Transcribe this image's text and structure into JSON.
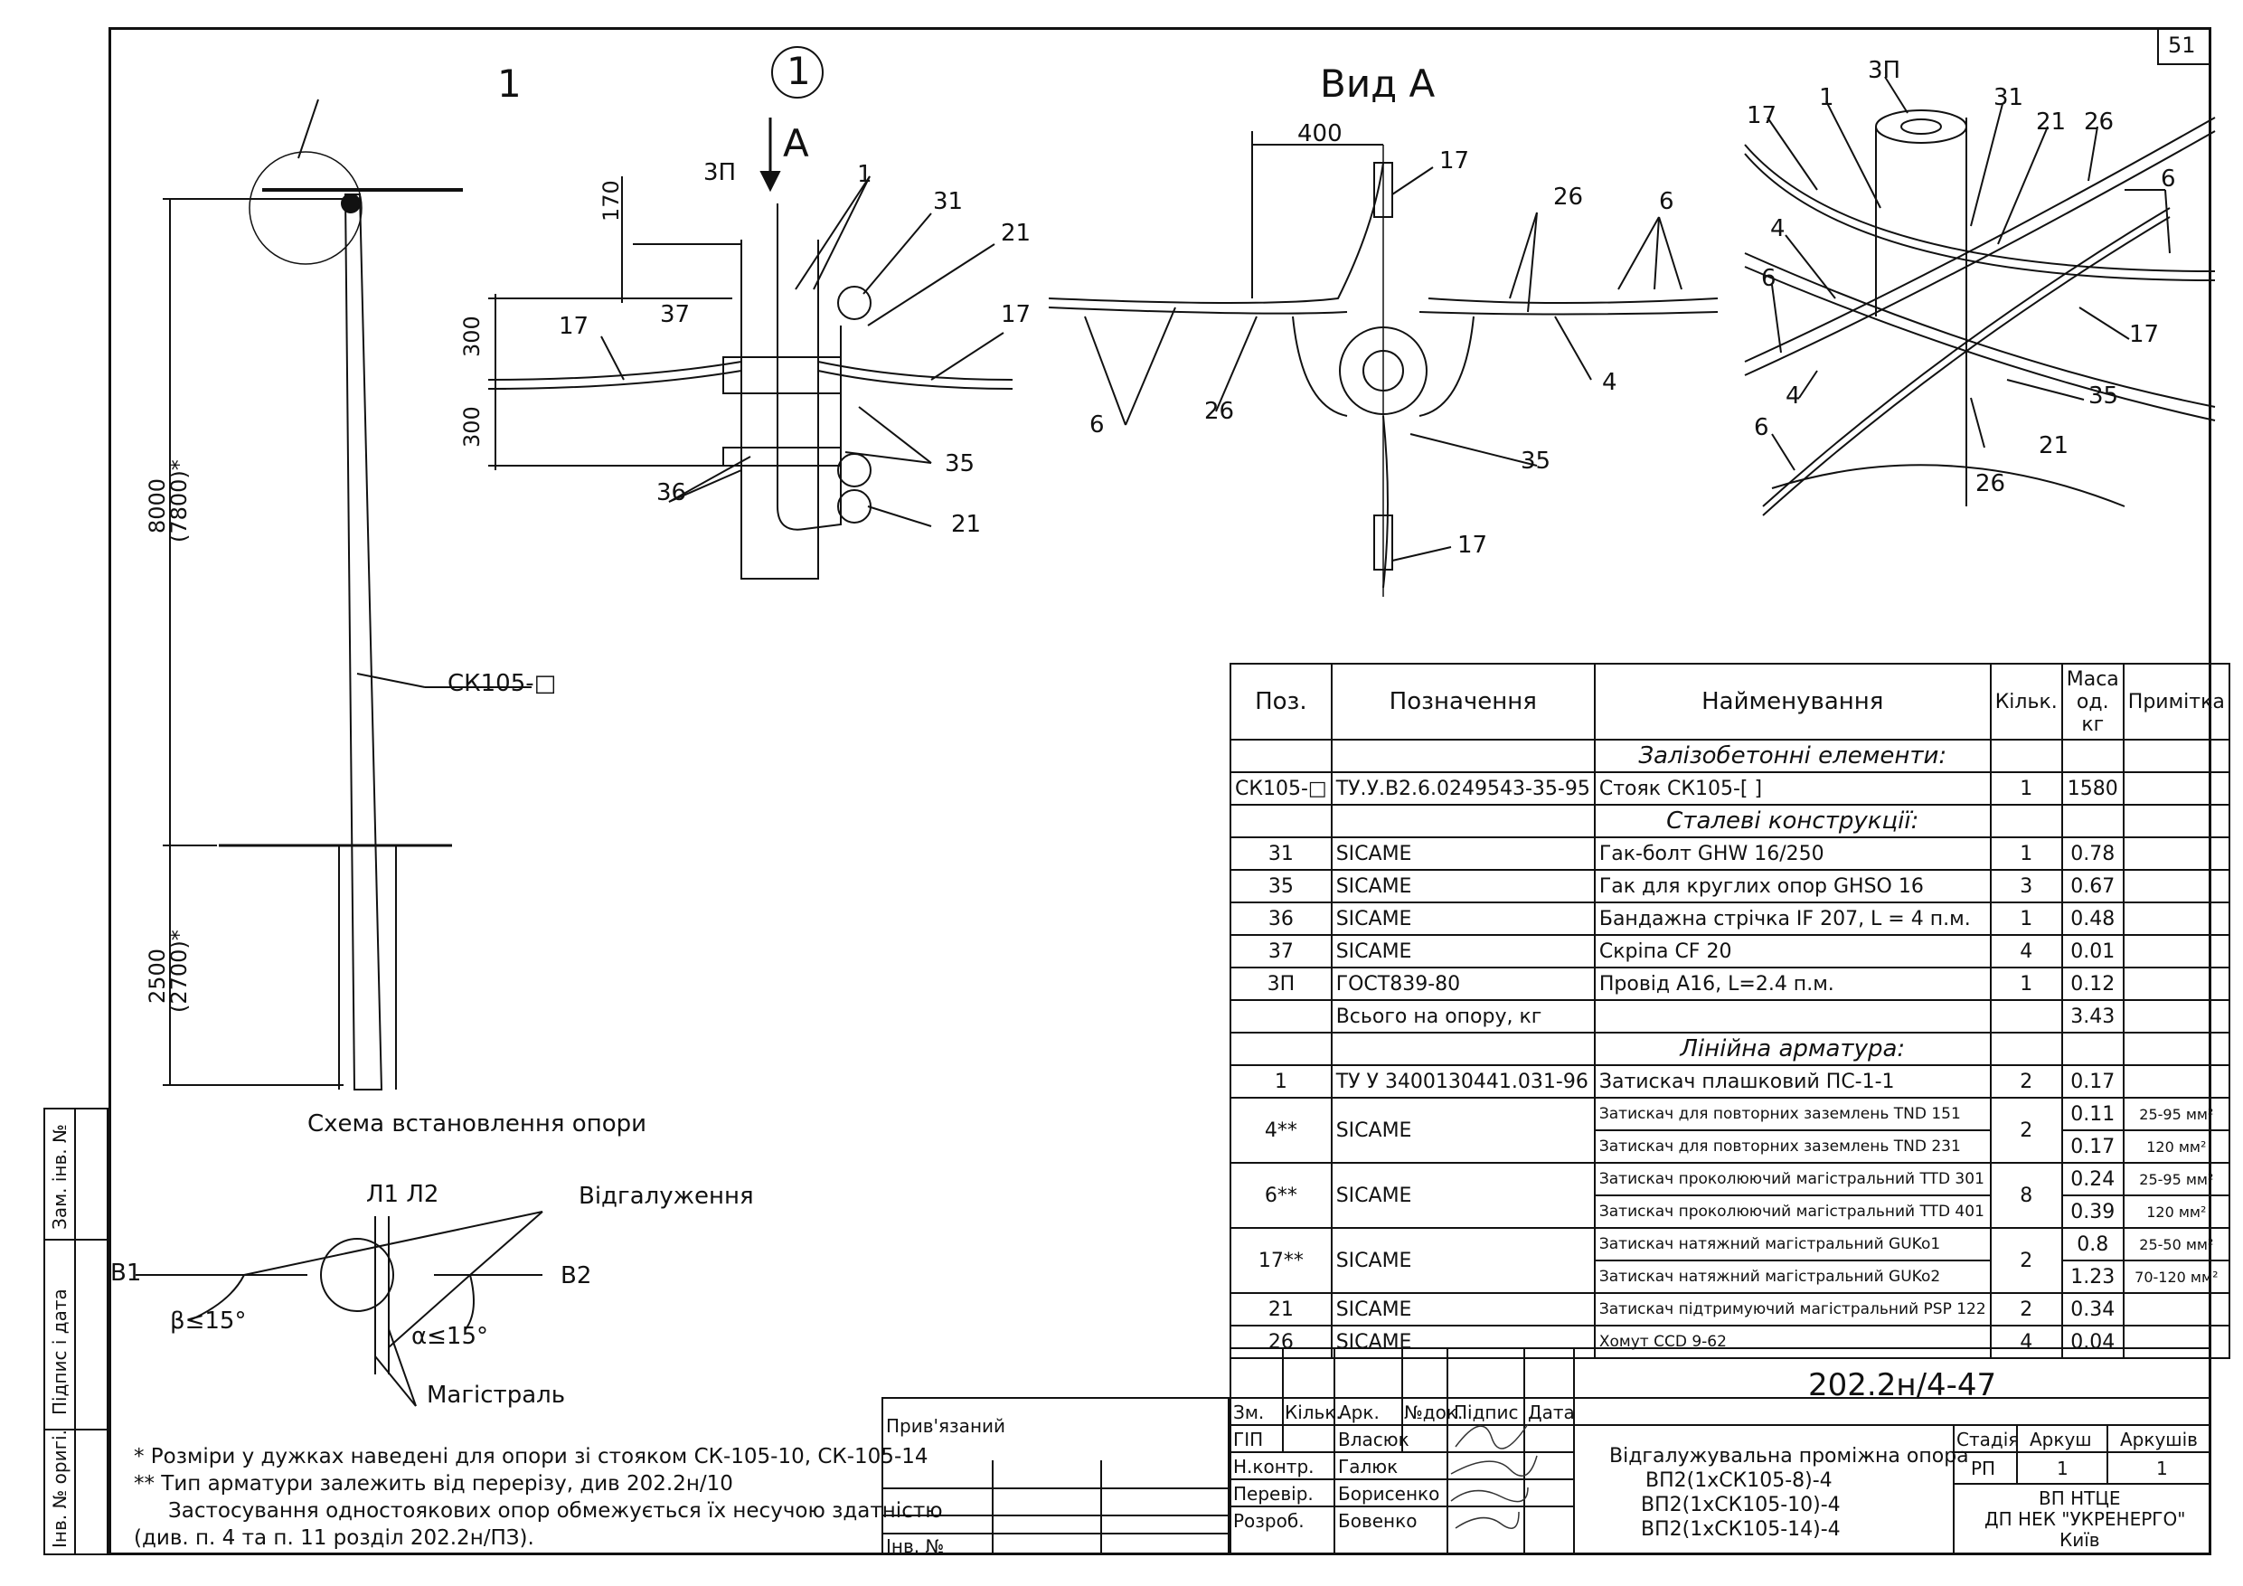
{
  "sheet_number": "51",
  "drawing": {
    "labels": {
      "pole_callout": "1",
      "node_circle": "1",
      "view_arrow": "A",
      "view_title": "Вид А",
      "dim_8000": "8000",
      "dim_7800": "(7800)*",
      "dim_2500": "2500",
      "dim_2700": "(2700)*",
      "dim_170": "170",
      "dim_300a": "300",
      "dim_300b": "300",
      "dim_400": "400",
      "pole_name": "СК105-□",
      "scheme_caption": "Схема встановлення опори",
      "branch": "Відгалуження",
      "main_line": "Магістраль",
      "l1l2": "Л1 Л2",
      "b1": "В1",
      "b2": "В2",
      "beta": "β≤15°",
      "alpha": "α≤15°",
      "n_3p": "3П",
      "n_1": "1",
      "n_31": "31",
      "n_21": "21",
      "n_17": "17",
      "n_37": "37",
      "n_35": "35",
      "n_36": "36",
      "n_26": "26",
      "n_6": "6",
      "n_4": "4"
    },
    "notes": [
      "* Розміри у дужках наведені для опори зі стояком СК-105-10, СК-105-14",
      "** Тип арматури залежить від перерізу, див 202.2н/10",
      "Застосування одностоякових опор обмежується їх несучою здатністю",
      "(див. п. 4 та п. 11 розділ 202.2н/ПЗ)."
    ]
  },
  "spec": {
    "headers": [
      "Поз.",
      "Позначення",
      "Найменування",
      "Кільк.",
      "Маса од. кг",
      "Примітка"
    ],
    "rows": [
      {
        "type": "section",
        "name": "Залізобетонні елементи:"
      },
      {
        "pos": "СК105-□",
        "des": "ТУ.У.В2.6.0249543-35-95",
        "name": "Стояк СК105-[        ]",
        "qty": "1",
        "mass": "1580",
        "note": ""
      },
      {
        "type": "section",
        "name": "Сталеві конструкції:"
      },
      {
        "pos": "31",
        "des": "SICAME",
        "name": "Гак-болт GHW 16/250",
        "qty": "1",
        "mass": "0.78",
        "note": ""
      },
      {
        "pos": "35",
        "des": "SICAME",
        "name": "Гак для круглих опор GHSO 16",
        "qty": "3",
        "mass": "0.67",
        "note": ""
      },
      {
        "pos": "36",
        "des": "SICAME",
        "name": "Бандажна стрічка IF 207, L = 4 п.м.",
        "qty": "1",
        "mass": "0.48",
        "note": ""
      },
      {
        "pos": "37",
        "des": "SICAME",
        "name": "Скріпа CF 20",
        "qty": "4",
        "mass": "0.01",
        "note": ""
      },
      {
        "pos": "3П",
        "des": "ГОСТ839-80",
        "name": "Провід А16, L=2.4 п.м.",
        "qty": "1",
        "mass": "0.12",
        "note": ""
      },
      {
        "pos": "",
        "des": "Всього на опору, кг",
        "name": "",
        "qty": "",
        "mass": "3.43",
        "note": ""
      },
      {
        "type": "section",
        "name": "Лінійна арматура:"
      },
      {
        "pos": "1",
        "des": "ТУ У 3400130441.031-96",
        "name": "Затискач плашковий ПС-1-1",
        "qty": "2",
        "mass": "0.17",
        "note": ""
      }
    ],
    "group_rows": [
      {
        "pos": "4**",
        "des": "SICAME",
        "qty": "2",
        "items": [
          {
            "name": "Затискач для повторних заземлень TND 151",
            "mass": "0.11",
            "note": "25-95 мм²"
          },
          {
            "name": "Затискач для повторних заземлень TND 231",
            "mass": "0.17",
            "note": "120 мм²"
          }
        ]
      },
      {
        "pos": "6**",
        "des": "SICAME",
        "qty": "8",
        "items": [
          {
            "name": "Затискач проколюючий магістральний TTD 301",
            "mass": "0.24",
            "note": "25-95 мм²"
          },
          {
            "name": "Затискач проколюючий магістральний TTD 401",
            "mass": "0.39",
            "note": "120 мм²"
          }
        ]
      },
      {
        "pos": "17**",
        "des": "SICAME",
        "qty": "2",
        "items": [
          {
            "name": "Затискач натяжний магістральний GUKo1",
            "mass": "0.8",
            "note": "25-50 мм²"
          },
          {
            "name": "Затискач натяжний магістральний GUKo2",
            "mass": "1.23",
            "note": "70-120 мм²"
          }
        ]
      }
    ],
    "tail_rows": [
      {
        "pos": "21",
        "des": "SICAME",
        "name": "Затискач підтримуючий магістральний PSP 122",
        "qty": "2",
        "mass": "0.34",
        "note": ""
      },
      {
        "pos": "26",
        "des": "SICAME",
        "name": "Хомут CCD 9-62",
        "qty": "4",
        "mass": "0.04",
        "note": ""
      }
    ]
  },
  "title_block": {
    "code": "202.2н/4-47",
    "header_cols": [
      "Зм.",
      "Кільк.",
      "Арк.",
      "№док.",
      "Підпис",
      "Дата"
    ],
    "roles": [
      {
        "role": "ГІП",
        "name": "Власюк"
      },
      {
        "role": "Н.контр.",
        "name": "Галюк"
      },
      {
        "role": "Перевір.",
        "name": "Борисенко"
      },
      {
        "role": "Розроб.",
        "name": "Бовенко"
      }
    ],
    "title_lines": [
      "Відгалужувальна проміжна опора",
      "ВП2(1хСК105-8)-4",
      "ВП2(1хСК105-10)-4",
      "ВП2(1хСК105-14)-4"
    ],
    "stage_label": "Стадія",
    "sheet_label": "Аркуш",
    "sheets_label": "Аркушів",
    "stage": "РП",
    "sheet": "1",
    "sheets": "1",
    "org_lines": [
      "ВП НТЦЕ",
      "ДП НЕК \"УКРЕНЕРГО\"",
      "Київ"
    ],
    "attached": "Прив'язаний",
    "inv_no": "Інв. №"
  },
  "side_stamp": [
    "Інв. № оригі.",
    "Підпис і дата",
    "Зам. інв. №"
  ]
}
